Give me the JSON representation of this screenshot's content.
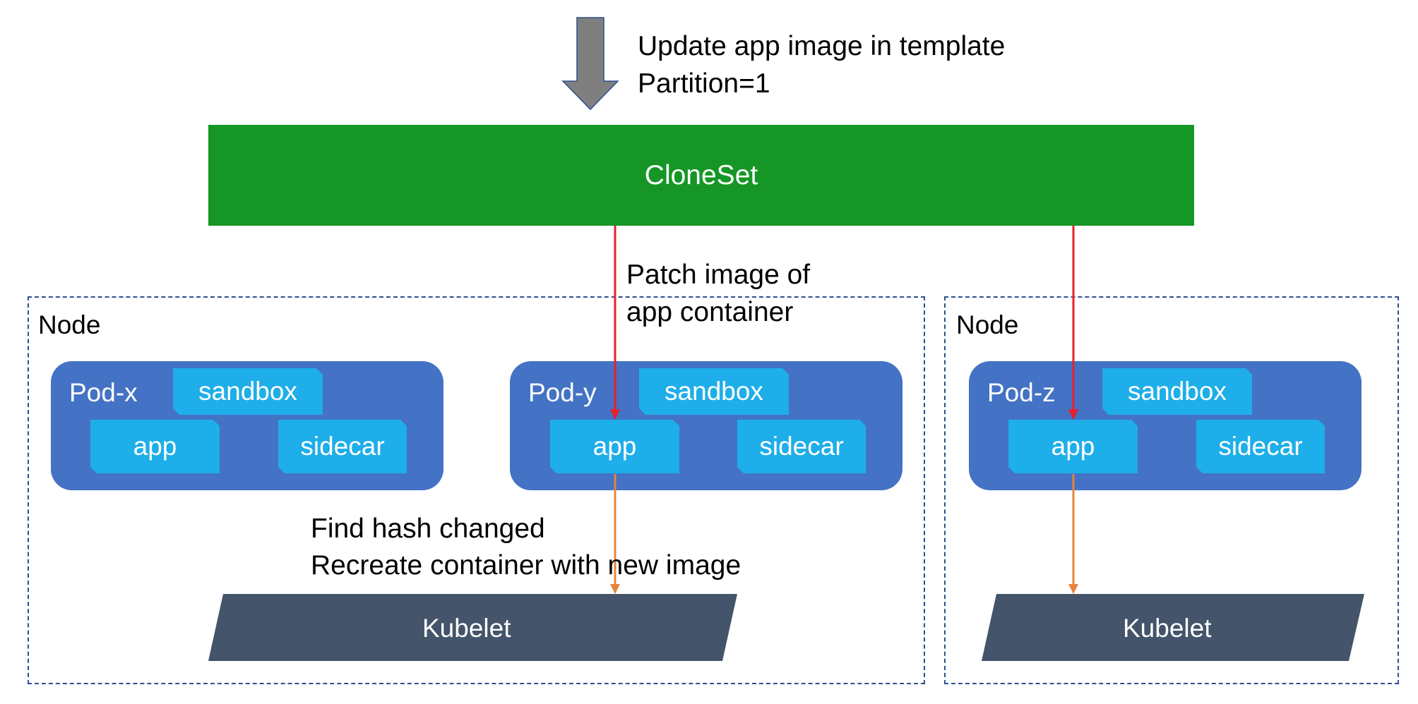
{
  "top_note": {
    "line1": "Update app image in template",
    "line2": "Partition=1"
  },
  "cloneset": {
    "label": "CloneSet"
  },
  "patch_note": {
    "line1": "Patch image of",
    "line2": "app container"
  },
  "kubelet_note": {
    "line1": "Find hash changed",
    "line2": "Recreate container with new image"
  },
  "nodes": [
    {
      "label": "Node",
      "pods": [
        {
          "label": "Pod-x",
          "containers": {
            "sandbox": "sandbox",
            "app": "app",
            "sidecar": "sidecar"
          }
        },
        {
          "label": "Pod-y",
          "containers": {
            "sandbox": "sandbox",
            "app": "app",
            "sidecar": "sidecar"
          }
        }
      ],
      "kubelet": "Kubelet"
    },
    {
      "label": "Node",
      "pods": [
        {
          "label": "Pod-z",
          "containers": {
            "sandbox": "sandbox",
            "app": "app",
            "sidecar": "sidecar"
          }
        }
      ],
      "kubelet": "Kubelet"
    }
  ],
  "colors": {
    "cloneset": "#169626",
    "pod": "#4472c4",
    "container": "#1eaee9",
    "kubelet": "#44546a",
    "patch_arrow": "#e8202a",
    "kubelet_arrow": "#e8843a",
    "update_arrow": "#7f7f7f",
    "node_border": "#2f4f8f"
  },
  "icons": {
    "update_arrow": "down-arrow-icon"
  }
}
